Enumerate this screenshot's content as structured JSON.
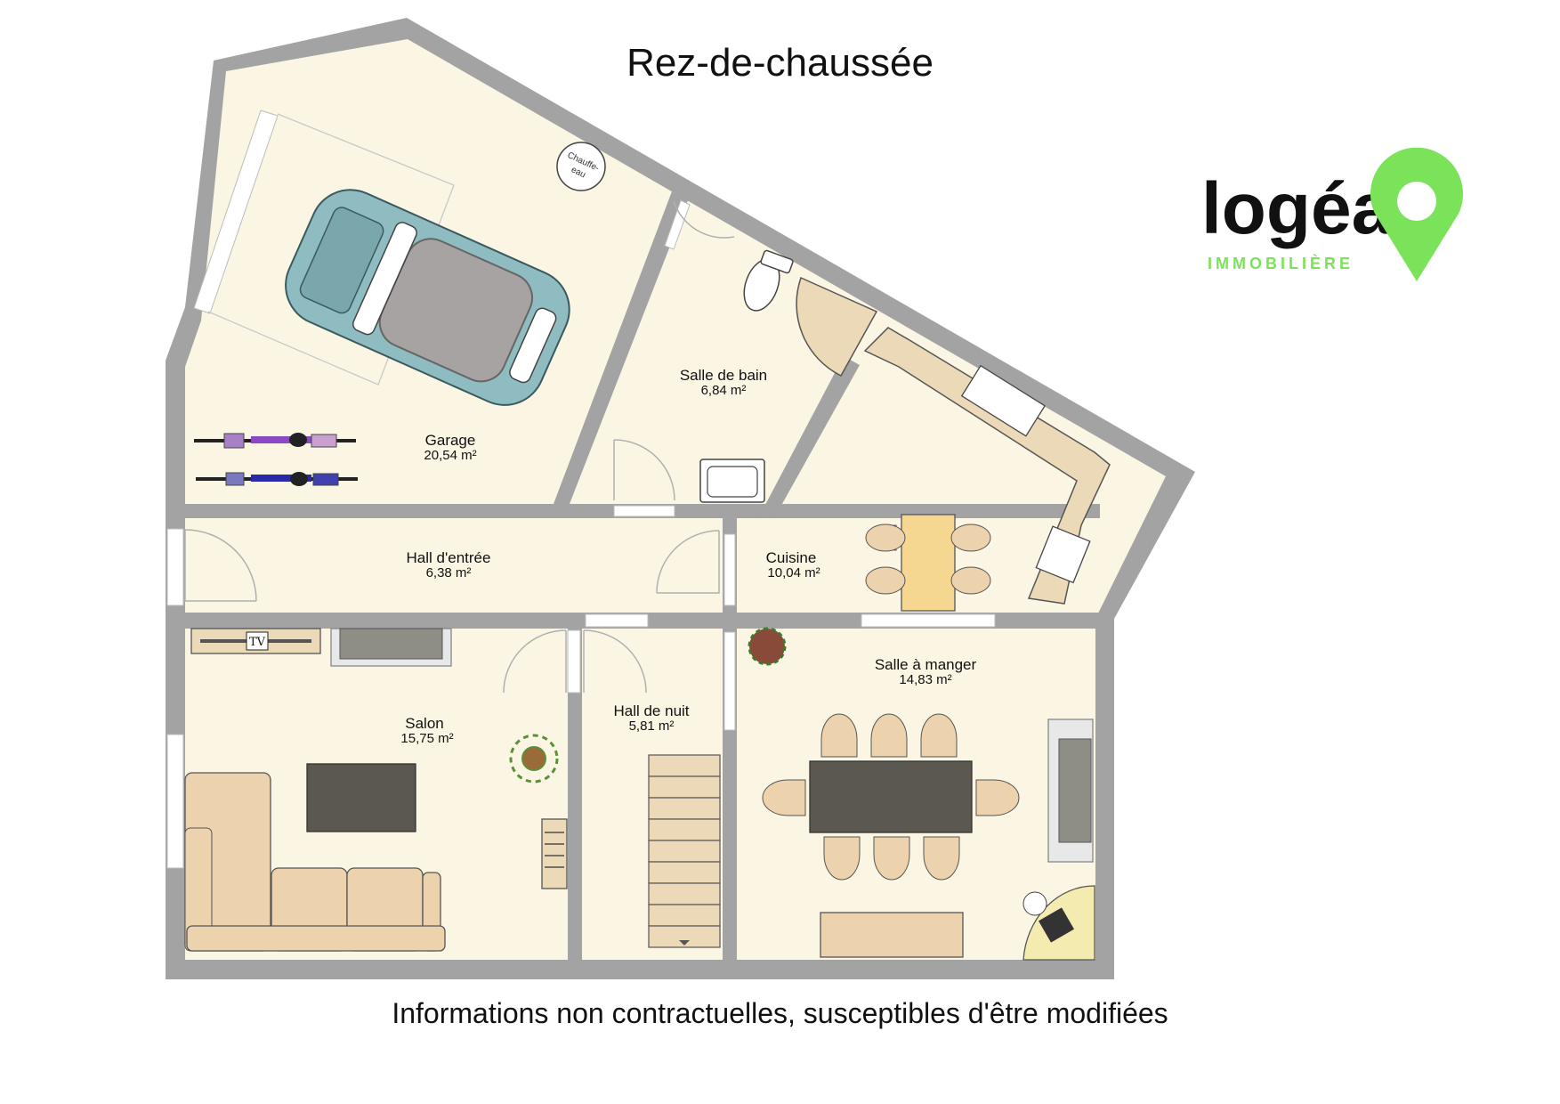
{
  "title": "Rez-de-chaussée",
  "disclaimer": "Informations non contractuelles, susceptibles d'être modifiées",
  "logo": {
    "name": "logéa",
    "subtitle": "IMMOBILIÈRE",
    "colors": {
      "text": "#111111",
      "accent": "#7be35a"
    }
  },
  "colors": {
    "floor": "#fbf6e3",
    "wall": "#a3a3a3",
    "furniture": "#ecd2ad",
    "table_dark": "#5b5851"
  },
  "rooms": [
    {
      "name": "Garage",
      "area": "20,54 m²"
    },
    {
      "name": "Salle de bain",
      "area": "6,84 m²"
    },
    {
      "name": "Hall d'entrée",
      "area": "6,38 m²"
    },
    {
      "name": "Cuisine",
      "area": "10,04 m²"
    },
    {
      "name": "Salon",
      "area": "15,75 m²"
    },
    {
      "name": "Hall de nuit",
      "area": "5,81 m²"
    },
    {
      "name": "Salle à manger",
      "area": "14,83 m²"
    }
  ],
  "labels": {
    "tv": "TV",
    "water_heater": "Chauffe-eau"
  }
}
